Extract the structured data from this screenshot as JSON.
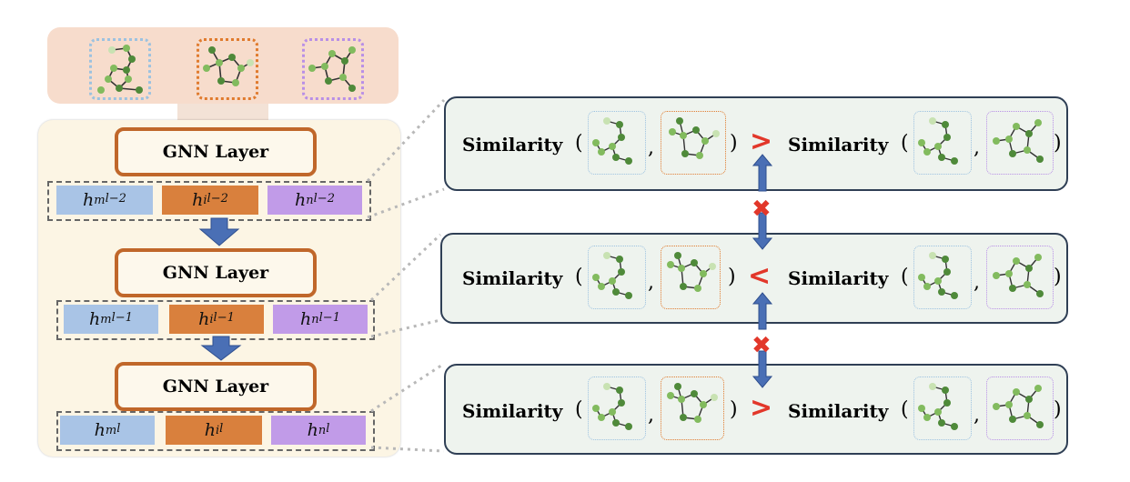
{
  "gnn_layer_label": "GNN Layer",
  "similarity_label": "Similarity",
  "open_paren": "(",
  "close_paren": ")",
  "comma": ",",
  "cross_symbol": "✖",
  "colors": {
    "anchor_frame": "#9cc2e0",
    "positive_frame": "#e07b2e",
    "negative_frame": "#b88fe6",
    "node_dark": "#4f8a3a",
    "node_light": "#82bb5e",
    "node_pale": "#c8e2b2"
  },
  "hidden_rows": [
    {
      "items": [
        {
          "base": "h",
          "sub": "m",
          "sup": "l−2"
        },
        {
          "base": "h",
          "sub": "i",
          "sup": "l−2"
        },
        {
          "base": "h",
          "sub": "n",
          "sup": "l−2"
        }
      ]
    },
    {
      "items": [
        {
          "base": "h",
          "sub": "m",
          "sup": "l−1"
        },
        {
          "base": "h",
          "sub": "i",
          "sup": "l−1"
        },
        {
          "base": "h",
          "sub": "n",
          "sup": "l−1"
        }
      ]
    },
    {
      "items": [
        {
          "base": "h",
          "sub": "m",
          "sup": "l"
        },
        {
          "base": "h",
          "sub": "i",
          "sup": "l"
        },
        {
          "base": "h",
          "sub": "n",
          "sup": "l"
        }
      ]
    }
  ],
  "comparisons": [
    ">",
    "<",
    ">"
  ]
}
